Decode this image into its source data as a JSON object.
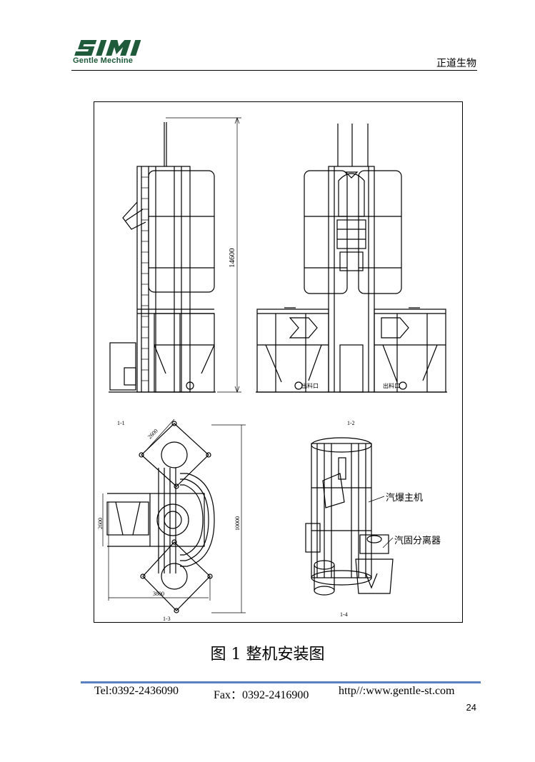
{
  "header": {
    "logo_text": "SIMI",
    "logo_subtitle": "Gentle Mechine",
    "company": "正道生物"
  },
  "figure": {
    "dimensions": {
      "height_total": "14600",
      "top_width": "2600",
      "left_depth": "2600",
      "overall": "10000",
      "bottom_width": "3800"
    },
    "view_labels": {
      "v1": "1-1",
      "v2": "1-2",
      "v3": "1-3",
      "v4": "1-4"
    },
    "outlet_labels": {
      "left": "出料口",
      "right": "出料口"
    },
    "callouts": {
      "main": "汽爆主机",
      "separator": "汽固分离器"
    },
    "caption": "图 1 整机安装图"
  },
  "footer": {
    "tel": "Tel:0392-2436090",
    "fax": "Fax：0392-2416900",
    "web": "http//:www.gentle-st.com",
    "page": "24"
  },
  "colors": {
    "logo": "#1f5a3a",
    "footer_rule": "#5b7fc0"
  }
}
